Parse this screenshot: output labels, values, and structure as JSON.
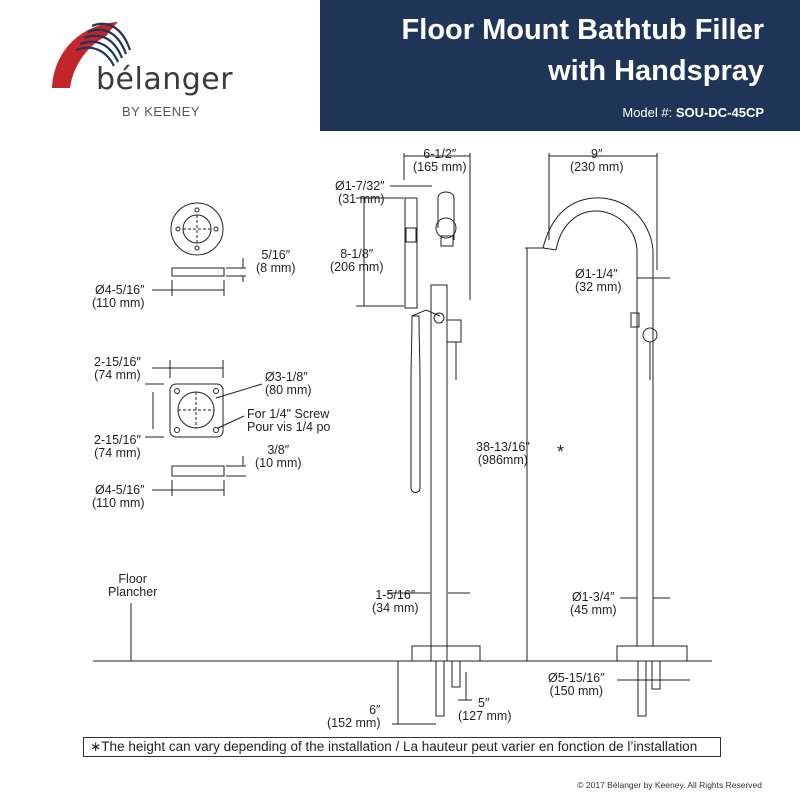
{
  "brand": {
    "name": "bélanger",
    "byline": "BY KEENEY"
  },
  "title": {
    "line1": "Floor Mount Bathtub Filler",
    "line2": "with Handspray",
    "model_label": "Model #:",
    "model_value": "SOU-DC-45CP"
  },
  "colors": {
    "navy": "#1f3557",
    "logo_red": "#c0262c",
    "logo_blue": "#1f3557"
  },
  "dims": {
    "flange_h_in": "5/16″",
    "flange_h_mm": "(8 mm)",
    "flange_d_in": "Ø4-5/16″",
    "flange_d_mm": "(110 mm)",
    "plate_w_in": "2-15/16″",
    "plate_w_mm": "(74 mm)",
    "plate_h_in": "2-15/16″",
    "plate_h_mm": "(74 mm)",
    "hole_d_in": "Ø3-1/8″",
    "hole_d_mm": "(80 mm)",
    "screw_en": "For 1/4\" Screw",
    "screw_fr": "Pour vis 1/4 po",
    "plate_t_in": "3/8″",
    "plate_t_mm": "(10 mm)",
    "base_d_in": "Ø4-5/16″",
    "base_d_mm": "(110 mm)",
    "spray_d_in": "Ø1-7/32″",
    "spray_d_mm": "(31 mm)",
    "width_in": "6-1/2″",
    "width_mm": "(165 mm)",
    "spray_l_in": "8-1/8″",
    "spray_l_mm": "(206 mm)",
    "reach_in": "9″",
    "reach_mm": "(230 mm)",
    "spout_d_in": "Ø1-1/4″",
    "spout_d_mm": "(32 mm)",
    "height_in": "38-13/16\"",
    "height_mm": "(986mm)",
    "asterisk": "*",
    "riser_d1_in": "1-5/16″",
    "riser_d1_mm": "(34 mm)",
    "riser_d2_in": "Ø1-3/4″",
    "riser_d2_mm": "(45 mm)",
    "baseplate_d_in": "Ø5-15/16″",
    "baseplate_d_mm": "(150 mm)",
    "pipe6_in": "6″",
    "pipe6_mm": "(152 mm)",
    "pipe5_in": "5″",
    "pipe5_mm": "(127 mm)",
    "floor_en": "Floor",
    "floor_fr": "Plancher"
  },
  "note": "∗The height can vary depending of the installation / La hauteur peut varier en fonction de l’installation",
  "copyright": "© 2017 Bélanger by Keeney. All Rights Reserved"
}
